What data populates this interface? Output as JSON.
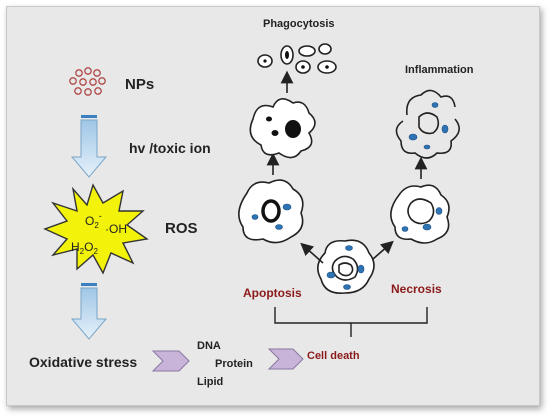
{
  "labels": {
    "nps": "NPs",
    "hv": "hv /toxic ion",
    "ros": "ROS",
    "o2": "O",
    "o2_sub": "2",
    "o2_sup": "-",
    "oh": "·OH",
    "h2o2_h": "H",
    "h2o2_sub1": "2",
    "h2o2_o": "O",
    "h2o2_sub2": "2",
    "oxidative": "Oxidative stress",
    "dna": "DNA",
    "protein": "Protein",
    "lipid": "Lipid",
    "cell_death": "Cell death",
    "apoptosis": "Apoptosis",
    "necrosis": "Necrosis",
    "phagocytosis": "Phagocytosis",
    "inflammation": "Inflammation"
  },
  "colors": {
    "background": "#e8e8e8",
    "nanoparticle": "#b04a4a",
    "burst": "#f2f20a",
    "arrow_fill": "#cfe4f4",
    "chevron_fill": "#c8b4d8",
    "red_label": "#8b1a1a",
    "cell_blob": "#2e74b5"
  }
}
